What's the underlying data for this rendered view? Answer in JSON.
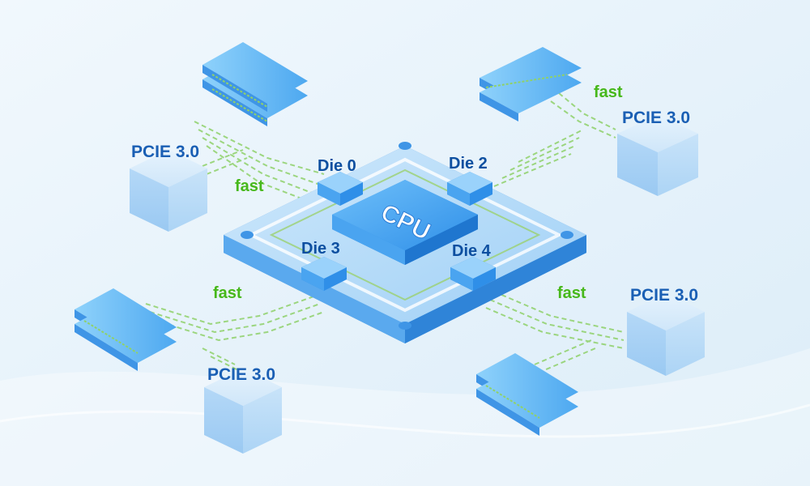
{
  "cpu": {
    "label": "CPU"
  },
  "dies": [
    "Die 0",
    "Die 2",
    "Die 3",
    "Die 4"
  ],
  "pcie_labels": [
    "PCIE 3.0",
    "PCIE 3.0",
    "PCIE 3.0",
    "PCIE 3.0"
  ],
  "link_labels": [
    "fast",
    "fast",
    "fast",
    "fast"
  ],
  "colors": {
    "background": "#eaf4fb",
    "chip_blue": "#2f8fe8",
    "pcie_text": "#1a5fb4",
    "fast_text": "#46b81a",
    "trace_green": "#8fd16a"
  }
}
